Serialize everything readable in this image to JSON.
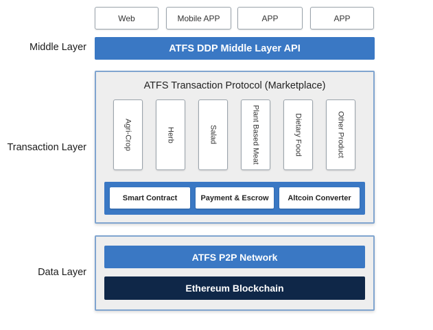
{
  "clients": [
    "Web",
    "Mobile APP",
    "APP",
    "APP"
  ],
  "layers": {
    "middle": "Middle Layer",
    "transaction": "Transaction  Layer",
    "data": "Data Layer"
  },
  "middle_api": "ATFS DDP Middle Layer API",
  "transaction_protocol": {
    "title": "ATFS Transaction Protocol (Marketplace)",
    "categories": [
      "Agri-Crop",
      "Herb",
      "Salad",
      "Plant Based Meat",
      "Dietary Food",
      "Other Product"
    ],
    "services": [
      "Smart Contract",
      "Payment & Escrow",
      "Altcoin Converter"
    ]
  },
  "data_layer": {
    "network": "ATFS P2P Network",
    "blockchain": "Ethereum Blockchain"
  },
  "colors": {
    "blue": "#3a78c4",
    "dark_navy": "#0f2748",
    "panel_border": "#7fa4cf",
    "panel_bg": "#eeeeee"
  }
}
